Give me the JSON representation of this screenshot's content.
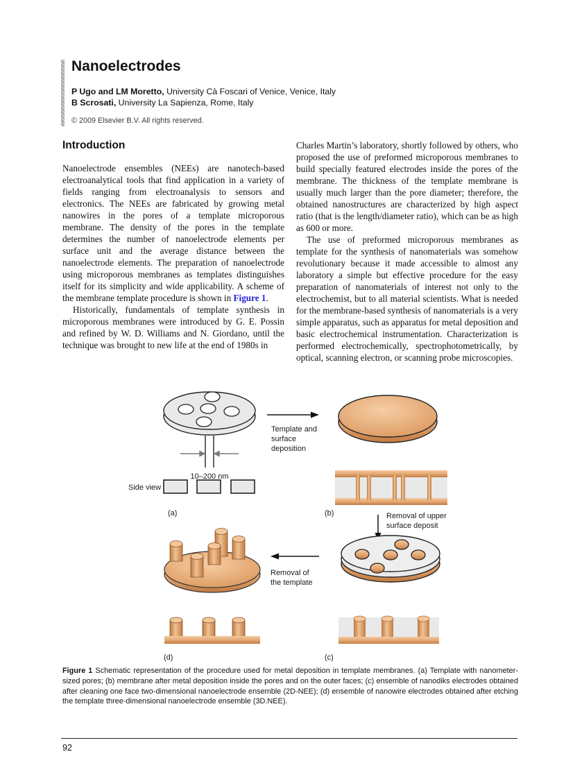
{
  "header": {
    "title": "Nanoelectrodes",
    "authors": [
      {
        "names": "P Ugo and LM Moretto,",
        "affiliation": " University Cà Foscari of Venice, Venice, Italy"
      },
      {
        "names": "B Scrosati,",
        "affiliation": " University La Sapienza, Rome, Italy"
      }
    ],
    "copyright": "© 2009 Elsevier B.V. All rights reserved."
  },
  "introduction": {
    "heading": "Introduction",
    "left": {
      "p1_before": "Nanoelectrode ensembles (NEEs) are nanotech-based electroanalytical tools that find application in a variety of fields ranging from electroanalysis to sensors and electronics. The NEEs are fabricated by growing metal nanowires in the pores of a template microporous membrane. The density of the pores in the template determines the number of nanoelectrode elements per surface unit and the average distance between the nanoelectrode elements. The preparation of nanoelectrode using microporous membranes as templates distinguishes itself for its simplicity and wide applicability. A scheme of the membrane template procedure is shown in ",
      "link": "Figure 1",
      "p1_after": ".",
      "p2": "Historically, fundamentals of template synthesis in microporous membranes were introduced by G. E. Possin and refined by W. D. Williams and N. Giordano, until the technique was brought to new life at the end of 1980s in"
    },
    "right": {
      "p1": "Charles Martin’s laboratory, shortly followed by others, who proposed the use of preformed microporous membranes to build specially featured electrodes inside the pores of the membrane. The thickness of the template membrane is usually much larger than the pore diameter; therefore, the obtained nanostructures are characterized by high aspect ratio (that is the length/diameter ratio), which can be as high as 600 or more.",
      "p2": "The use of preformed microporous membranes as template for the synthesis of nanomaterials was somehow revolutionary because it made accessible to almost any laboratory a simple but effective procedure for the easy preparation of nanomaterials of interest not only to the electrochemist, but to all material scientists. What is needed for the membrane-based synthesis of nanomaterials is a very simple apparatus, such as apparatus for metal deposition and basic electrochemical instrumentation. Characterization is performed electrochemically, spectrophotometrically, by optical, scanning electron, or scanning probe microscopies."
    }
  },
  "figure": {
    "pore_size": "10–200 nm",
    "side_view": "Side view",
    "panel_a": "(a)",
    "panel_b": "(b)",
    "panel_c": "(c)",
    "panel_d": "(d)",
    "step1_line1": "Template and",
    "step1_line2": "surface",
    "step1_line3": "deposition",
    "step2_line1": "Removal of upper",
    "step2_line2": "surface deposit",
    "step3_line1": "Removal of",
    "step3_line2": "the template",
    "colors": {
      "copper": "#e3a671",
      "copper_light": "#f4c99e",
      "copper_dark": "#c07a42",
      "template_grey": "#e9e9e9",
      "link_blue": "#2323d8"
    }
  },
  "caption": {
    "label": "Figure 1",
    "text": "  Schematic representation of the procedure used for metal deposition in template membranes. (a) Template with nanometer-sized pores; (b) membrane after metal deposition inside the pores and on the outer faces; (c) ensemble of nanodiks electrodes obtained after cleaning one face two-dimensional nanoelectrode ensemble (2D-NEE); (d) ensemble of nanowire electrodes obtained after etching the template three-dimensional nanoelectrode ensemble (3D.NEE)."
  },
  "footer": {
    "page_number": "92"
  }
}
